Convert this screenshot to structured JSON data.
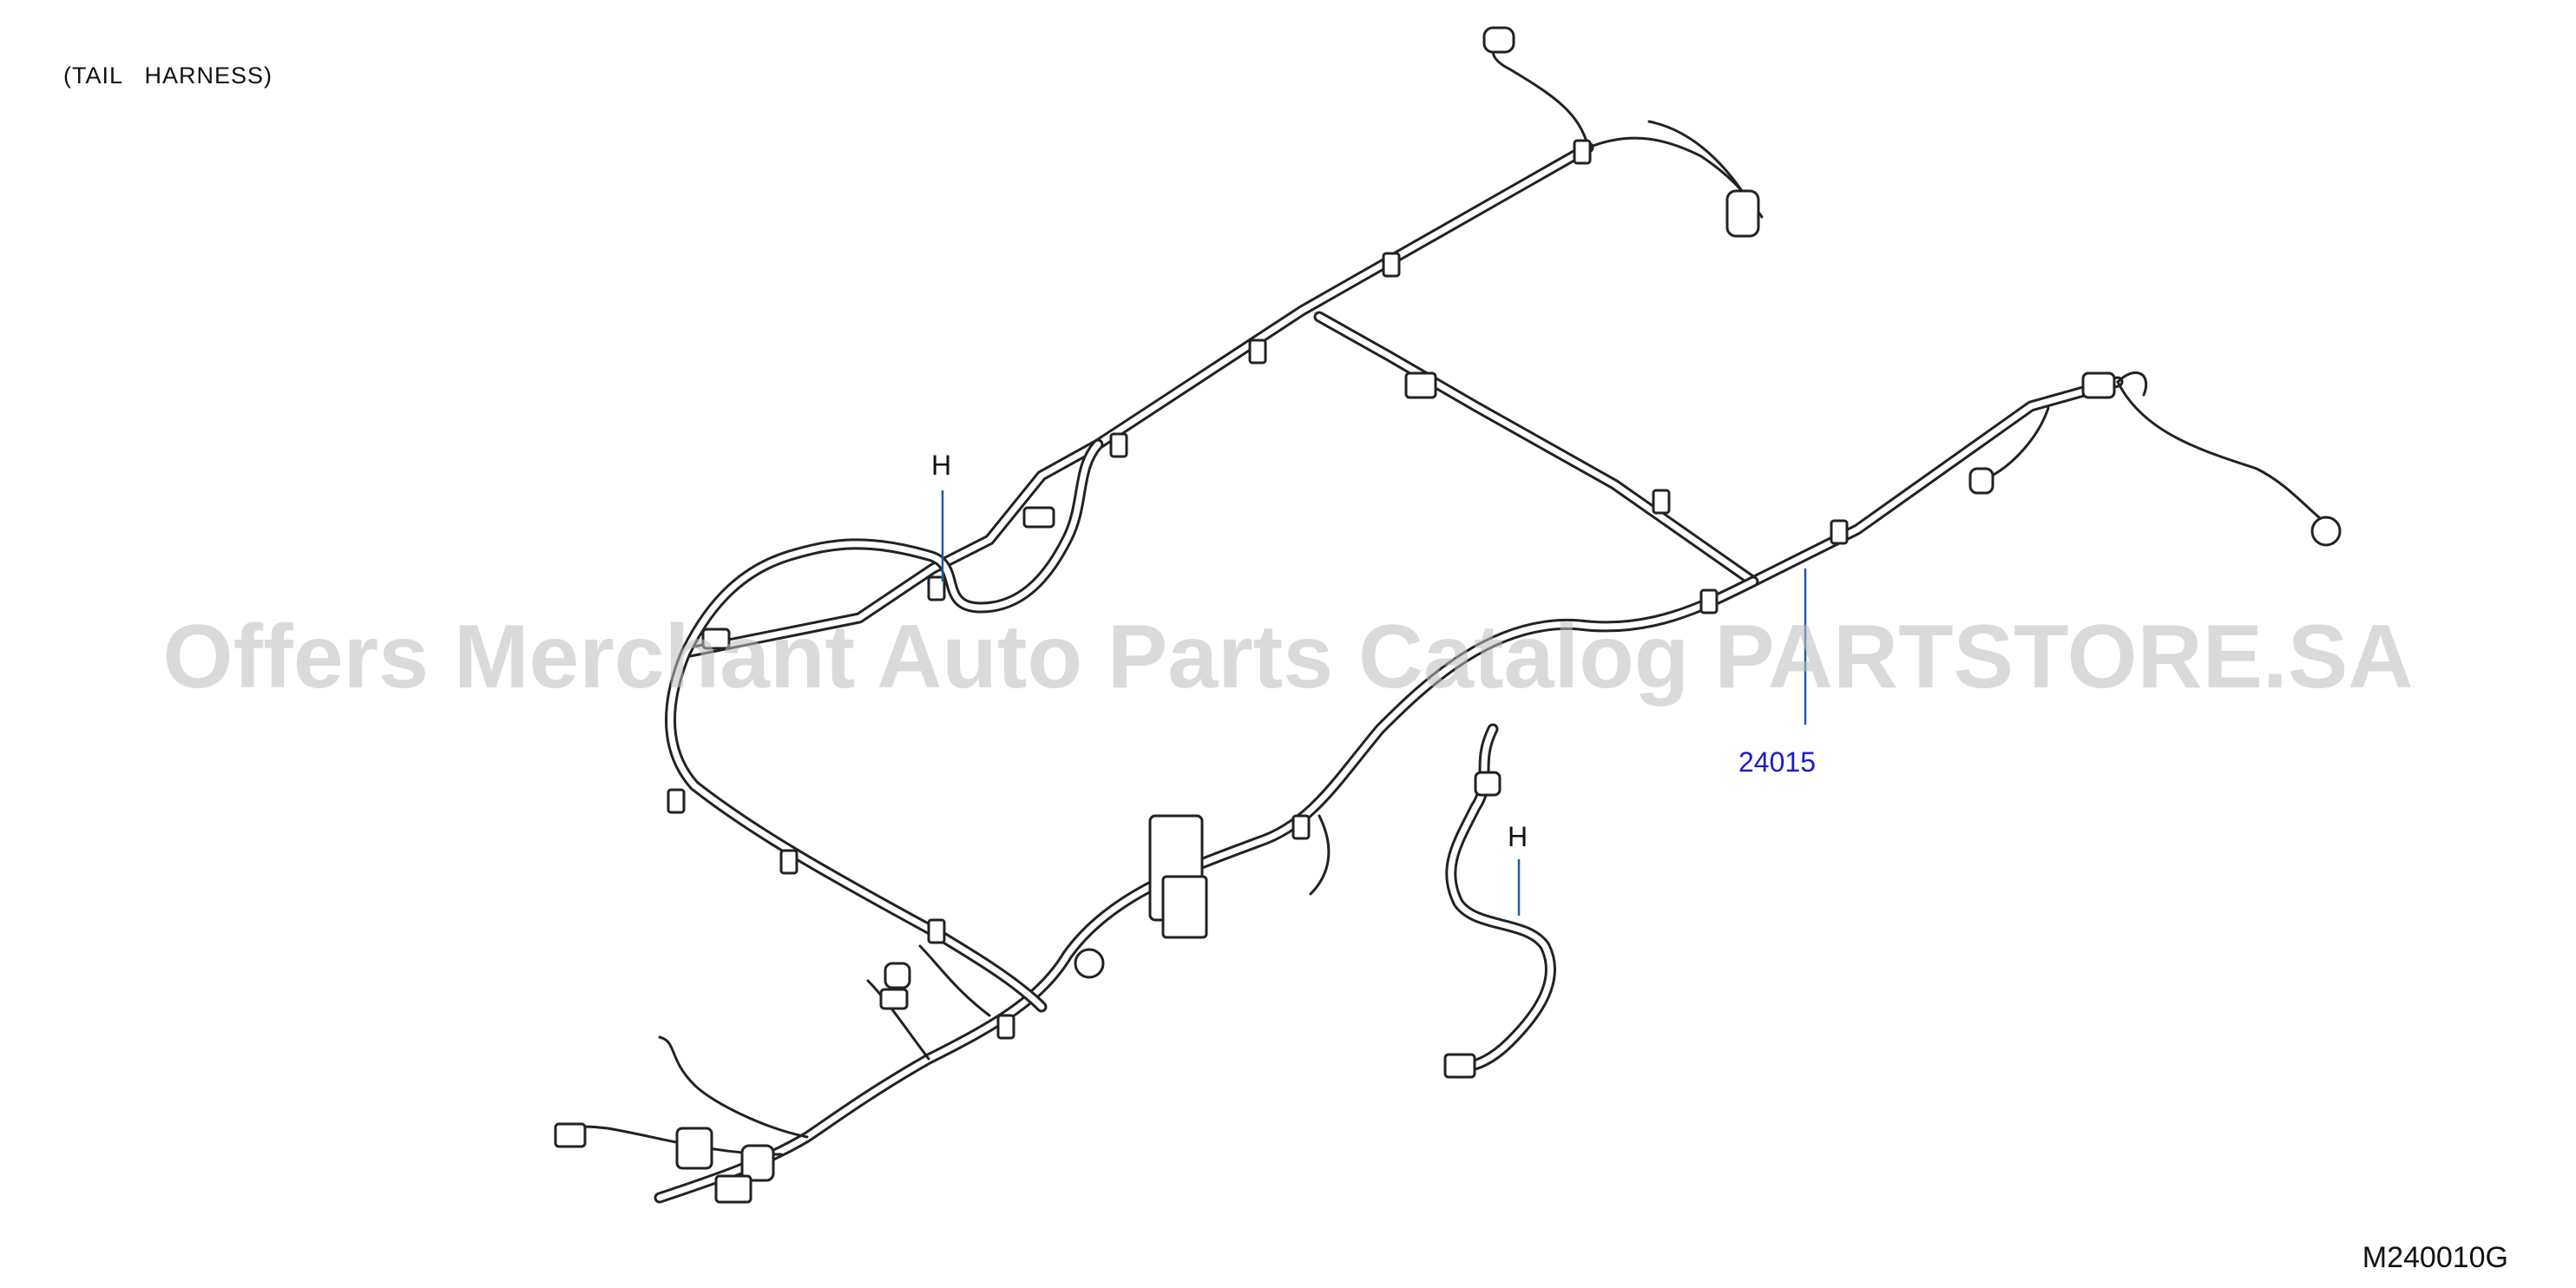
{
  "diagram": {
    "heading": "(TAIL   HARNESS)",
    "diagram_code": "M240010G",
    "watermark": "Offers Merchant Auto Parts Catalog PARTSTORE.SA",
    "callouts": [
      {
        "label": "H"
      },
      {
        "label": "H"
      }
    ],
    "part_number": "24015",
    "colors": {
      "line": "#222222",
      "leader": "#1a5fa8",
      "part_number": "#1a1acc",
      "watermark": "#bdbdbd"
    }
  }
}
